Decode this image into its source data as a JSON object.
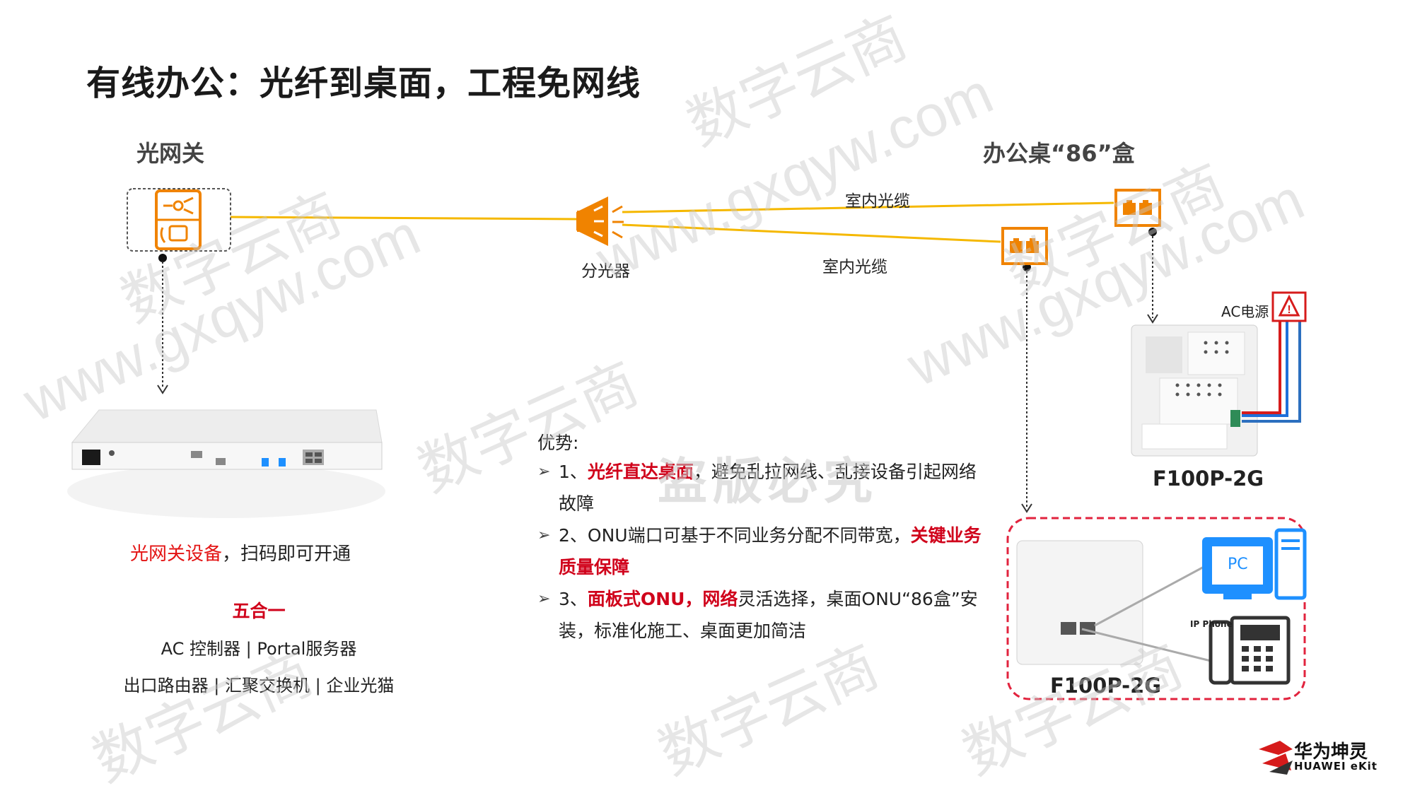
{
  "title": "有线办公：光纤到桌面，工程免网线",
  "labels": {
    "gateway": "光网关",
    "desk_box": "办公桌“86”盒",
    "splitter": "分光器",
    "cable_top": "室内光缆",
    "cable_bottom": "室内光缆",
    "ac_power": "AC电源",
    "model_top": "F100P-2G",
    "model_bottom": "F100P-2G",
    "pc": "PC",
    "ip_phone": "IP Phone"
  },
  "gateway_caption": {
    "highlight": "光网关设备",
    "rest": "，扫码即可开通"
  },
  "five_in_one": {
    "heading": "五合一",
    "line1": "AC 控制器 | Portal服务器",
    "line2": "出口路由器 | 汇聚交换机 | 企业光猫"
  },
  "advantages": {
    "heading": "优势:",
    "items": [
      {
        "prefix": "1、",
        "bold": "光纤直达桌面",
        "rest": "，避免乱拉网线、乱接设备引起网络故障",
        "bold2": ""
      },
      {
        "prefix": "2、ONU端口可基于不同业务分配不同带宽，",
        "bold": "关键业务质量保障",
        "rest": "",
        "bold2": ""
      },
      {
        "prefix": "3、",
        "bold": "面板式ONU，网络",
        "rest": "灵活选择，桌面ONU“86盒”安装，标准化施工、桌面更加简洁",
        "bold2": ""
      }
    ]
  },
  "watermarks": {
    "brand_cn": "数字云商",
    "brand_url": "www.gxqyw.com",
    "center": "盗版必究"
  },
  "logo": {
    "cn": "华为坤灵",
    "en": "HUAWEI eKit"
  },
  "colors": {
    "fiber": "#f5b800",
    "orange": "#f08300",
    "red": "#e31414",
    "dashed_red": "#e2233e",
    "pc_blue": "#1e90ff"
  },
  "icons": [
    "gateway-icon",
    "splitter-icon",
    "socket-icon",
    "warning-icon",
    "pc-icon",
    "ip-phone-icon",
    "huawei-ekit-logo"
  ]
}
